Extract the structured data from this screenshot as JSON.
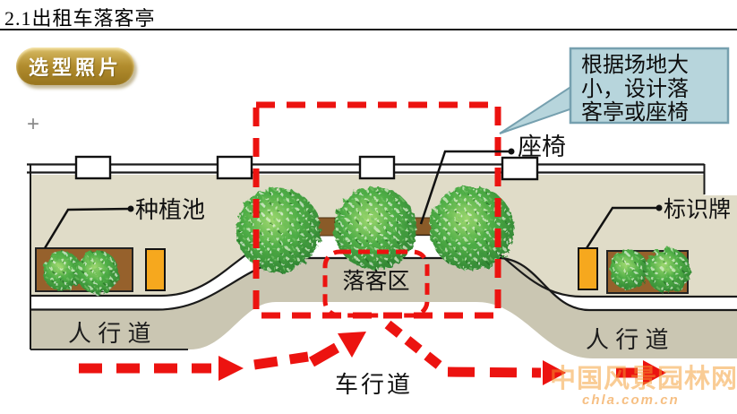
{
  "slide": {
    "title": "2.1出租车落客亭",
    "badge_label": "选型照片",
    "plus_mark": "+"
  },
  "callout": {
    "line1": "根据场地大",
    "line2": "小，设计落",
    "line3": "客亭或座椅"
  },
  "labels": {
    "seat": "座椅",
    "planting_pool": "种植池",
    "sign_board": "标识牌",
    "dropoff_zone": "落客区",
    "sidewalk_left": "人 行 道",
    "sidewalk_right": "人 行 道",
    "roadway": "车行道"
  },
  "watermark": {
    "name": "中国风景园林网",
    "site": "chla.com.cn"
  },
  "colors": {
    "accent_red": "#EC1310",
    "badge_gold": "#B28D2E",
    "sidewalk_light": "#E0DCC8",
    "sidewalk_dark": "#CAC6B2",
    "planter_brown": "#96612C",
    "sign_orange": "#F6A81E",
    "tree_green": "#4FAE46",
    "callout_fill": "#B7D5DC",
    "callout_border": "#76A0AF"
  }
}
